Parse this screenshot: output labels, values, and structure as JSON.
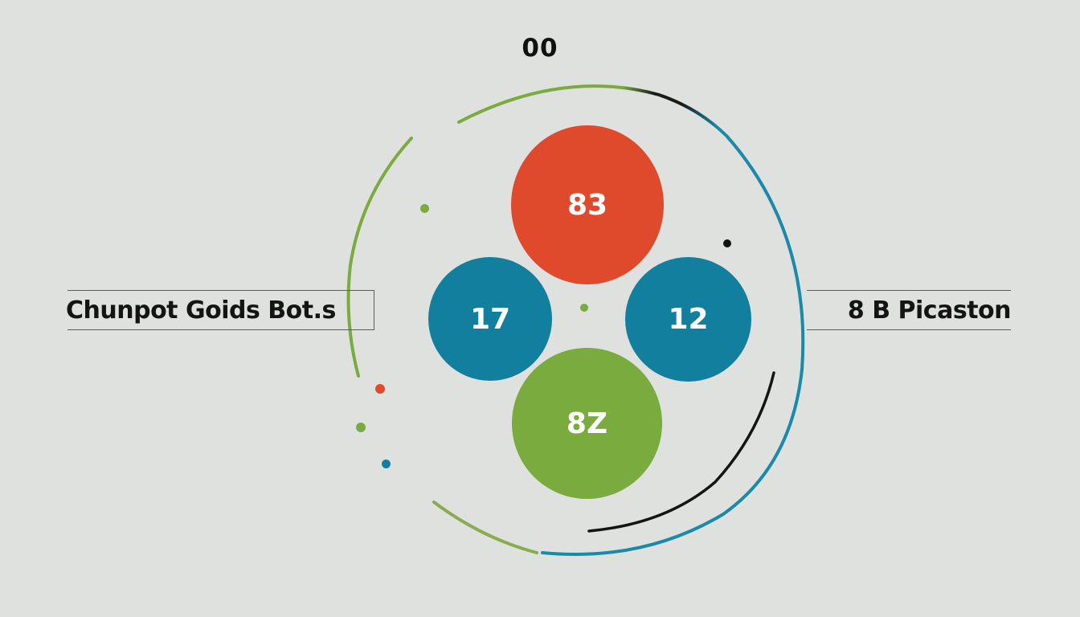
{
  "title": "00",
  "labels": {
    "left": "Chunpot Goids Bot.s",
    "right": "8 B Picaston"
  },
  "bubbles": {
    "top": {
      "value": "83",
      "color": "#e04a2c"
    },
    "left": {
      "value": "17",
      "color": "#127f9e"
    },
    "right": {
      "value": "12",
      "color": "#127f9e"
    },
    "bottom": {
      "value": "8Z",
      "color": "#7aab3f"
    }
  },
  "palette": {
    "background": "#dfe1de",
    "green": "#7aab3f",
    "blue": "#1a8aaa",
    "red": "#e04a2c",
    "black": "#111111",
    "rule": "#5b5f5c"
  },
  "dots": [
    {
      "name": "green-dot-upper-left",
      "color": "#7aab3f"
    },
    {
      "name": "green-dot-center",
      "color": "#7aab3f"
    },
    {
      "name": "black-dot-upper-right",
      "color": "#111111"
    },
    {
      "name": "red-dot-lower-left",
      "color": "#e04a2c"
    },
    {
      "name": "green-dot-lower-left",
      "color": "#7aab3f"
    },
    {
      "name": "blue-dot-lower-left",
      "color": "#127f9e"
    }
  ]
}
